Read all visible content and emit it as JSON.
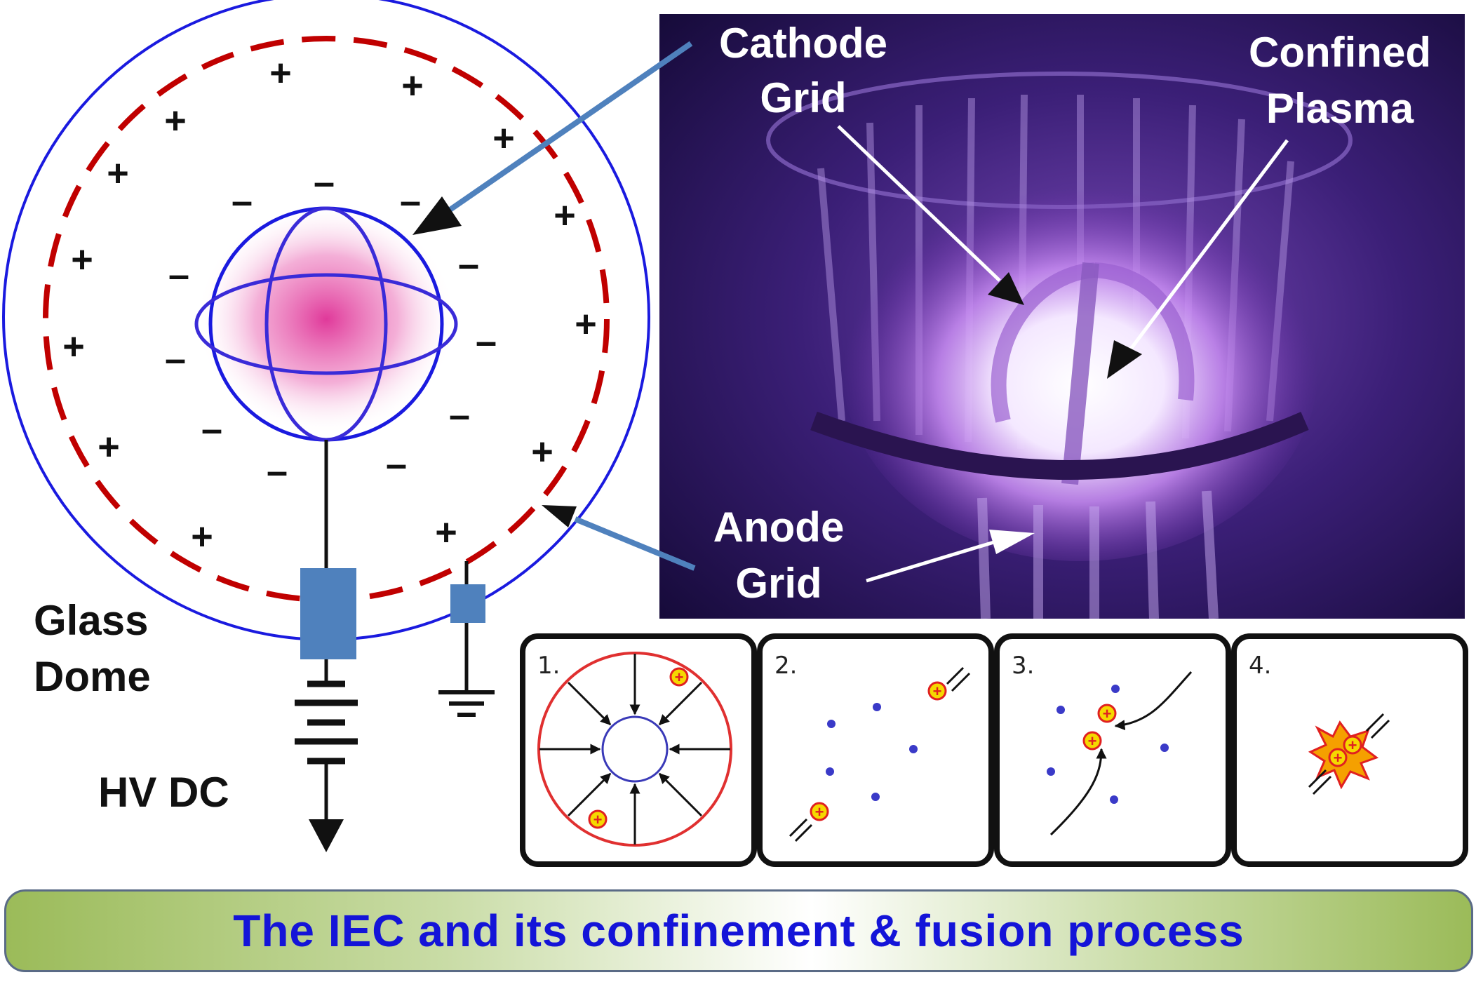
{
  "labels": {
    "glass_dome": [
      "Glass",
      "Dome"
    ],
    "hv_dc": "HV DC",
    "cathode_grid": [
      "Cathode",
      "Grid"
    ],
    "confined_plasma": [
      "Confined",
      "Plasma"
    ],
    "anode_grid": [
      "Anode",
      "Grid"
    ]
  },
  "signs": {
    "plus": "+",
    "minus": "–"
  },
  "panels": [
    {
      "number": "1."
    },
    {
      "number": "2."
    },
    {
      "number": "3."
    },
    {
      "number": "4."
    }
  ],
  "ion_symbol": "+",
  "caption": "The IEC and its confinement & fusion process",
  "colors": {
    "dome": "#1a1adf",
    "anode_dash": "#c00000",
    "pointer": "#4f81bd",
    "plasma": "#e0399a",
    "caption_text": "#1414d8",
    "caption_bar": "#9bbb59"
  }
}
